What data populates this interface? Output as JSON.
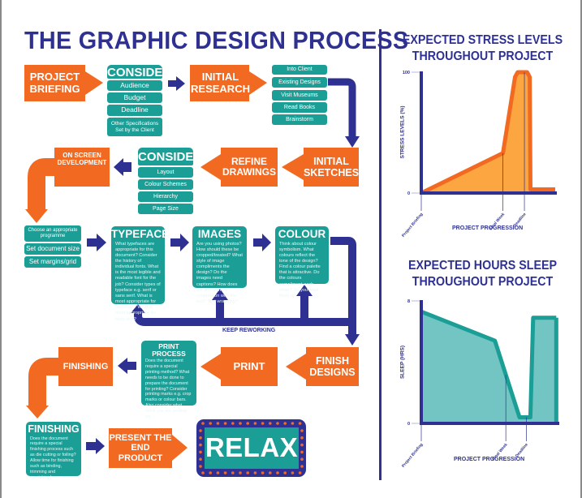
{
  "title": "THE GRAPHIC DESIGN PROCESS",
  "colors": {
    "orange": "#F26A21",
    "teal": "#1A9E96",
    "navy": "#2E3192",
    "stress_fill": "#FBA640",
    "sleep_fill": "#72C5C2"
  },
  "steps": {
    "project_briefing": "PROJECT BRIEFING",
    "consider_1": {
      "heading": "CONSIDER",
      "items": [
        "Audience",
        "Budget",
        "Deadline",
        "Other Specifications Set by the Client"
      ]
    },
    "initial_research": "INITIAL RESEARCH",
    "research_items": [
      "Into Client",
      "Existing Designs",
      "Visit Museums",
      "Read Books",
      "Brainstorm"
    ],
    "initial_sketches": "INITIAL SKETCHES",
    "refine_drawings": "REFINE DRAWINGS",
    "consider_2": {
      "heading": "CONSIDER",
      "items": [
        "Layout",
        "Colour Schemes",
        "Hierarchy",
        "Page Size"
      ]
    },
    "on_screen_development": "ON SCREEN DEVELOPMENT",
    "setup_items": [
      "Choose an appropriate programme",
      "Set document size",
      "Set margins/grid"
    ],
    "typefaces": {
      "heading": "TYPEFACES",
      "text": "What typefaces are appropriate for this document? Consider the history of individual fonts. What is the most legible and readable font for the job? Consider types of typeface e.g. serif or sans serif. What is most appropriate for headings? What is most appropriate for body text?"
    },
    "images": {
      "heading": "IMAGES",
      "text": "Are you using photos? How should these be cropped/treated? What style of image compliments the design? Do the images need captions? How does the text work in conjunction with the text? Text wrapping?"
    },
    "colour": {
      "heading": "COLOUR",
      "text": "Think about colour symbolism. What colours reflect the tone of the design? Find a colour palette that is attractive. Do the colours compliment each other? Do you want them to?"
    },
    "keep_reworking": "KEEP REWORKING",
    "finish_designs": "FINISH DESIGNS",
    "print": "PRINT",
    "print_process": {
      "heading": "PRINT PROCESS",
      "text": "Does the document require a special printing method? What needs to be done to prepare the document for printing? Consider printing marks e.g. crop marks or colour bars. Also consider what stock you are printing on."
    },
    "finishing": "FINISHING",
    "finishing_box": {
      "heading": "FINISHING",
      "text": "Does the document require a special finishing process such as die cutting or foiling? Allow time for finishing such as binding, trimming and varnishing!"
    },
    "present": "PRESENT THE END PRODUCT",
    "relax": "RELAX"
  },
  "chart_data": [
    {
      "type": "area",
      "title": "EXPECTED STRESS LEVELS THROUGHOUT PROJECT",
      "title_lines": [
        "EXPECTED STRESS LEVELS",
        "THROUGHOUT PROJECT"
      ],
      "xlabel": "PROJECT PROGRESSION",
      "ylabel": "STRESS LEVELS (%)",
      "ylim": [
        0,
        100
      ],
      "xlim": [
        0,
        100
      ],
      "yticks": [
        0,
        100
      ],
      "xticks": [
        {
          "x": 0,
          "label": "Project Briefing"
        },
        {
          "x": 61,
          "label": "Final Week"
        },
        {
          "x": 77,
          "label": "Deadline"
        }
      ],
      "points": [
        [
          0,
          0
        ],
        [
          61,
          33
        ],
        [
          70,
          96
        ],
        [
          72,
          100
        ],
        [
          79,
          100
        ],
        [
          81,
          96
        ],
        [
          81.5,
          3
        ],
        [
          100,
          3
        ]
      ],
      "grid": false
    },
    {
      "type": "area",
      "title": "EXPECTED HOURS SLEEP THROUGHOUT PROJECT",
      "title_lines": [
        "EXPECTED HOURS SLEEP",
        "THROUGHOUT PROJECT"
      ],
      "xlabel": "PROJECT PROGRESSION",
      "ylabel": "SLEEP (HRS)",
      "ylim": [
        0,
        8
      ],
      "xlim": [
        0,
        100
      ],
      "yticks": [
        0,
        8
      ],
      "xticks": [
        {
          "x": 0,
          "label": "Project Briefing"
        },
        {
          "x": 62,
          "label": "Final Week"
        },
        {
          "x": 77,
          "label": "Deadline"
        }
      ],
      "points": [
        [
          0,
          7.3
        ],
        [
          54,
          5.4
        ],
        [
          72,
          0.4
        ],
        [
          80,
          0.4
        ],
        [
          82,
          6.9
        ],
        [
          99,
          6.9
        ]
      ],
      "grid": false
    }
  ]
}
